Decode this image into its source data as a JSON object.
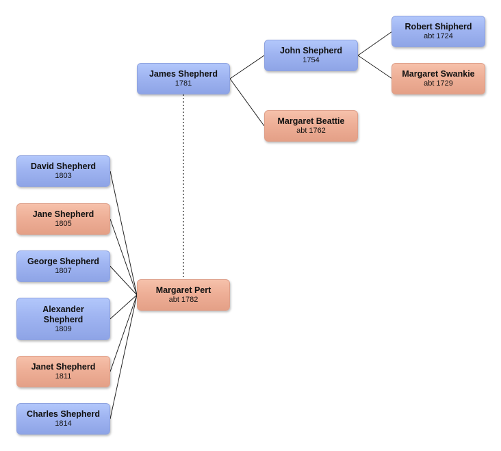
{
  "people": {
    "robert": {
      "name": "Robert Shipherd",
      "year": "abt 1724",
      "sex": "male"
    },
    "margaret_swankie": {
      "name": "Margaret Swankie",
      "year": "abt 1729",
      "sex": "female"
    },
    "john": {
      "name": "John Shepherd",
      "year": "1754",
      "sex": "male"
    },
    "margaret_beattie": {
      "name": "Margaret Beattie",
      "year": "abt 1762",
      "sex": "female"
    },
    "james": {
      "name": "James Shepherd",
      "year": "1781",
      "sex": "male"
    },
    "margaret_pert": {
      "name": "Margaret Pert",
      "year": "abt 1782",
      "sex": "female"
    },
    "david": {
      "name": "David Shepherd",
      "year": "1803",
      "sex": "male"
    },
    "jane": {
      "name": "Jane Shepherd",
      "year": "1805",
      "sex": "female"
    },
    "george": {
      "name": "George Shepherd",
      "year": "1807",
      "sex": "male"
    },
    "alexander": {
      "name": "Alexander Shepherd",
      "year": "1809",
      "sex": "male"
    },
    "janet": {
      "name": "Janet Shepherd",
      "year": "1811",
      "sex": "female"
    },
    "charles": {
      "name": "Charles Shepherd",
      "year": "1814",
      "sex": "male"
    }
  },
  "colors": {
    "male": "#9fb4f1",
    "female": "#eeaf97",
    "line": "#222222",
    "spouse_line": "#777777"
  }
}
